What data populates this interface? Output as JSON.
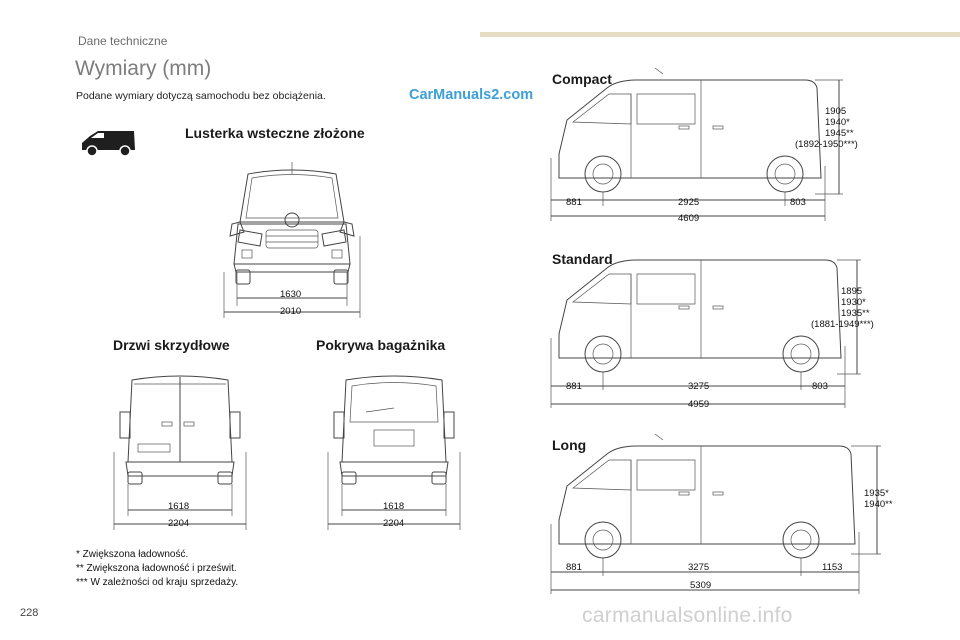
{
  "header": {
    "section": "Dane techniczne"
  },
  "page": {
    "title": "Wymiary (mm)",
    "intro": "Podane wymiary dotyczą samochodu bez obciążenia.",
    "watermark_top": "CarManuals2.com",
    "number": "228",
    "footer_watermark": "carmanualsonline.info"
  },
  "front": {
    "heading": "Lusterka wsteczne złożone",
    "dims": {
      "track": "1630",
      "width": "2010"
    }
  },
  "rear_doors": {
    "heading": "Drzwi skrzydłowe",
    "dims": {
      "track": "1618",
      "width": "2204"
    }
  },
  "tailgate": {
    "heading": "Pokrywa bagażnika",
    "dims": {
      "track": "1618",
      "width": "2204"
    }
  },
  "compact": {
    "name": "Compact",
    "front": "881",
    "wheelbase": "2925",
    "rear": "803",
    "length": "4609",
    "heights": [
      "1905",
      "1940*",
      "1945**",
      "(1892-1950***)"
    ]
  },
  "standard": {
    "name": "Standard",
    "front": "881",
    "wheelbase": "3275",
    "rear": "803",
    "length": "4959",
    "heights": [
      "1895",
      "1930*",
      "1935**",
      "(1881-1949***)"
    ]
  },
  "long": {
    "name": "Long",
    "front": "881",
    "wheelbase": "3275",
    "rear": "1153",
    "length": "5309",
    "heights": [
      "1935*",
      "1940**"
    ]
  },
  "notes": [
    "* Zwiększona ładowność.",
    "** Zwiększona ładowność i prześwit.",
    "*** W zależności od kraju sprzedaży."
  ]
}
